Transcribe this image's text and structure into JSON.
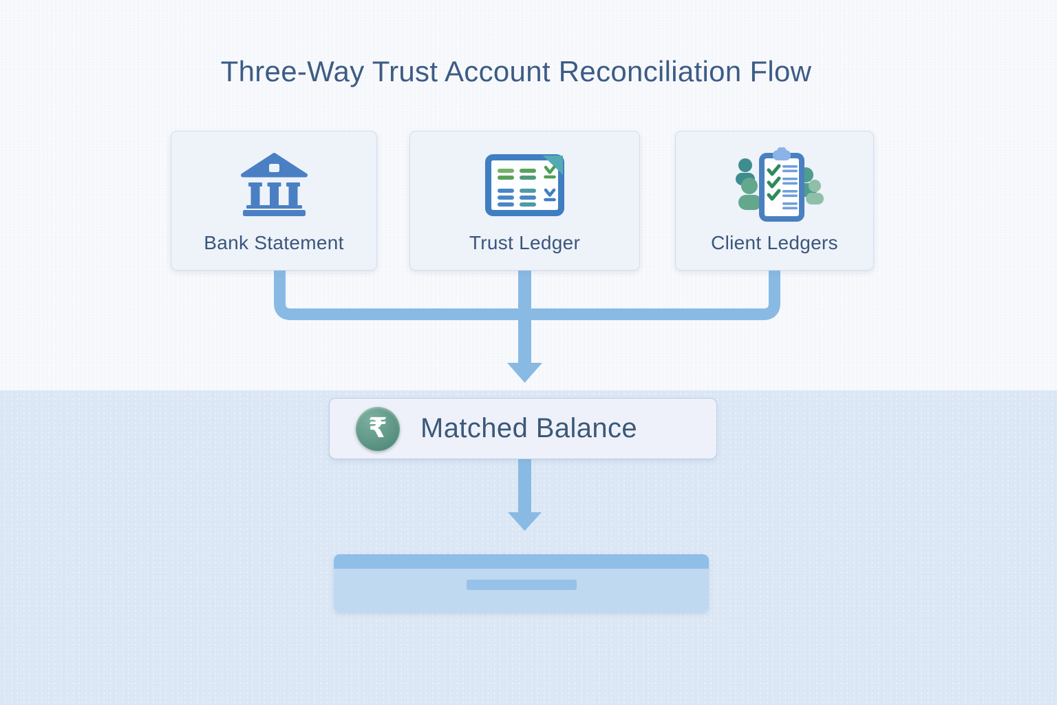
{
  "title": "Three-Way Trust Account Reconciliation Flow",
  "sources": [
    {
      "label": "Bank Statement",
      "icon": "bank-icon"
    },
    {
      "label": "Trust Ledger",
      "icon": "trust-ledger-icon"
    },
    {
      "label": "Client Ledgers",
      "icon": "client-ledgers-icon"
    }
  ],
  "merge": {
    "label": "Matched Balance",
    "icon": "rupee-coin-icon",
    "currency_symbol": "₹"
  },
  "bottom_panel": {
    "text": ""
  },
  "colors": {
    "background_top": "#f7f9fc",
    "background_bottom": "#dce8f5",
    "title_text": "#3d5c85",
    "label_text": "#3a567c",
    "card_bg": "#eef2f9",
    "card_border": "#d5deee",
    "connector_blue": "#89bae4",
    "icon_blue": "#4a80c3",
    "ledger_green": "#5aa25b",
    "people_teal": "#4f9d8e",
    "coin_green": "#578f7e",
    "panel_blue": "#bbd6f0",
    "panel_band_blue": "#8fbee7"
  }
}
